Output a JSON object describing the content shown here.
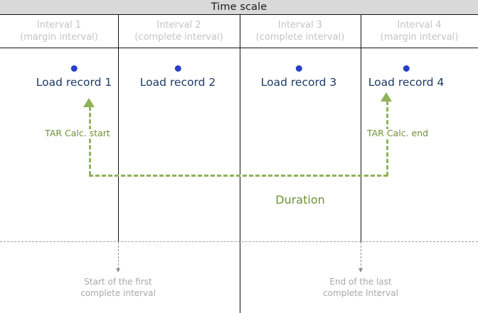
{
  "title": "Time scale",
  "intervals": [
    {
      "name": "Interval  1",
      "sub": "(margin interval)"
    },
    {
      "name": "Interval  2",
      "sub": "(complete interval)"
    },
    {
      "name": "Interval  3",
      "sub": "(complete interval)"
    },
    {
      "name": "Interval  4",
      "sub": "(margin interval)"
    }
  ],
  "load_records": [
    {
      "label": "Load record 1"
    },
    {
      "label": "Load record 2"
    },
    {
      "label": "Load record 3"
    },
    {
      "label": "Load record 4"
    }
  ],
  "annotations": {
    "tar_start": "TAR Calc. start",
    "tar_end": "TAR Calc. end",
    "duration": "Duration",
    "start_note_line1": "Start of the first",
    "start_note_line2": "complete interval",
    "end_note_line1": "End of the last",
    "end_note_line2": "complete Interval"
  },
  "colors": {
    "title_band": "#d9d9d9",
    "interval_caption": "#c4c4c4",
    "record_label": "#1b3a66",
    "record_dot": "#2a3fc4",
    "duration_green": "#8fb356",
    "tar_text_green": "#6f9134",
    "gray_note": "#a8a8a8",
    "rule_black": "#111111"
  }
}
